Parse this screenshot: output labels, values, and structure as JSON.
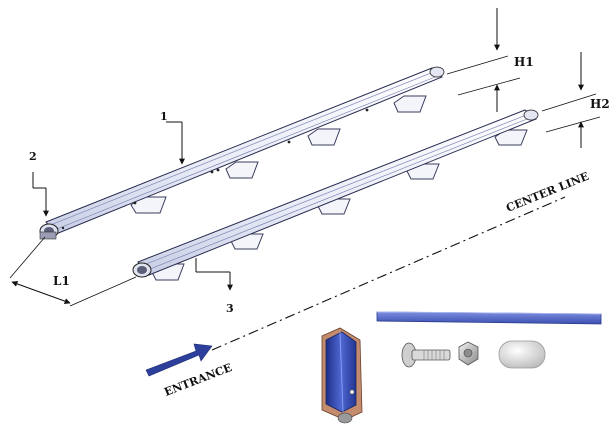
{
  "labels": {
    "h1": "H1",
    "h2": "H2",
    "one": "1",
    "two": "2",
    "three": "3",
    "l1": "L1",
    "center_line": "CENTER LINE",
    "entrance": "ENTRANCE"
  },
  "colors": {
    "rail_body": "#eef0f8",
    "rail_stroke": "#2a2e52",
    "rail_shade": "#c9cfe6",
    "accent_blue": "#2c3f9a",
    "bar_blue": "#5a6fd2",
    "bronze": "#b07a60",
    "steel": "#b8b8b8"
  },
  "icons": {
    "rail_profile": "blue-rail-profile-icon",
    "rail_strip": "blue-rail-strip-icon",
    "bolt": "carriage-bolt-icon",
    "nut": "hex-nut-icon",
    "cap": "rounded-end-cap-icon"
  }
}
